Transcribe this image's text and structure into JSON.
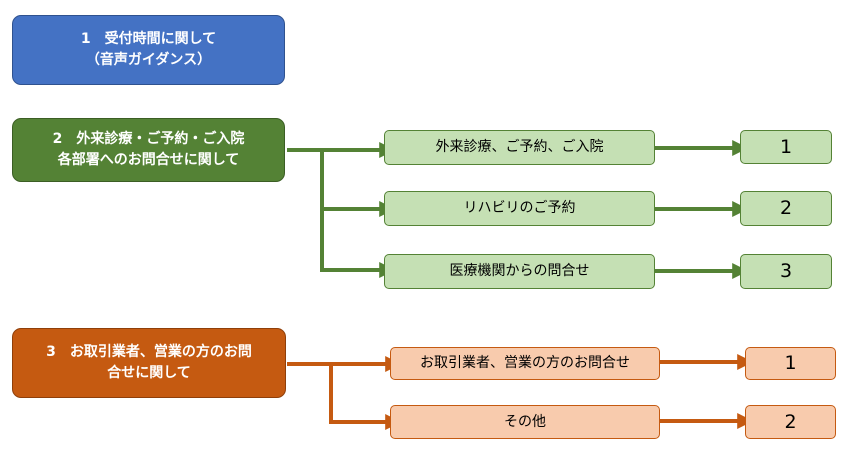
{
  "colors": {
    "blue": "#4472c4",
    "green": "#548235",
    "green_light": "#c5e0b4",
    "orange": "#c55a11",
    "orange_light": "#f8cbad"
  },
  "menu": {
    "item1": {
      "text": "1　受付時間に関して\n（音声ガイダンス）"
    },
    "item2": {
      "text": "2　外来診療・ご予約・ご入院\n各部署へのお問合せに関して",
      "options": [
        {
          "label": "外来診療、ご予約、ご入院",
          "number": "1"
        },
        {
          "label": "リハビリのご予約",
          "number": "2"
        },
        {
          "label": "医療機関からの問合せ",
          "number": "3"
        }
      ]
    },
    "item3": {
      "text": "3　お取引業者、営業の方のお問\n合せに関して",
      "options": [
        {
          "label": "お取引業者、営業の方のお問合せ",
          "number": "1"
        },
        {
          "label": "その他",
          "number": "2"
        }
      ]
    }
  }
}
